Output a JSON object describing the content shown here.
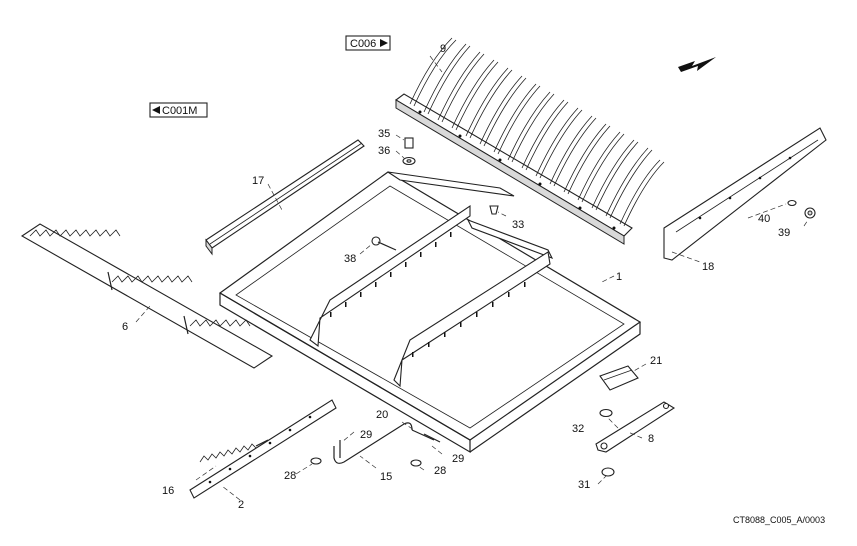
{
  "references": {
    "upper_label": "C006",
    "left_label": "C001M"
  },
  "drawing_code": "CT8088_C005_A/0003",
  "callouts": {
    "c1": "1",
    "c2": "2",
    "c6": "6",
    "c8": "8",
    "c9": "9",
    "c15": "15",
    "c16": "16",
    "c17": "17",
    "c18": "18",
    "c20": "20",
    "c21": "21",
    "c28a": "28",
    "c28b": "28",
    "c29a": "29",
    "c29b": "29",
    "c31": "31",
    "c32": "32",
    "c33": "33",
    "c35": "35",
    "c36": "36",
    "c38": "38",
    "c39": "39",
    "c40": "40"
  },
  "icons": {
    "direction_arrow": "direction-arrow-icon",
    "ref_right": "triangle-right-icon",
    "ref_left": "triangle-left-icon"
  }
}
